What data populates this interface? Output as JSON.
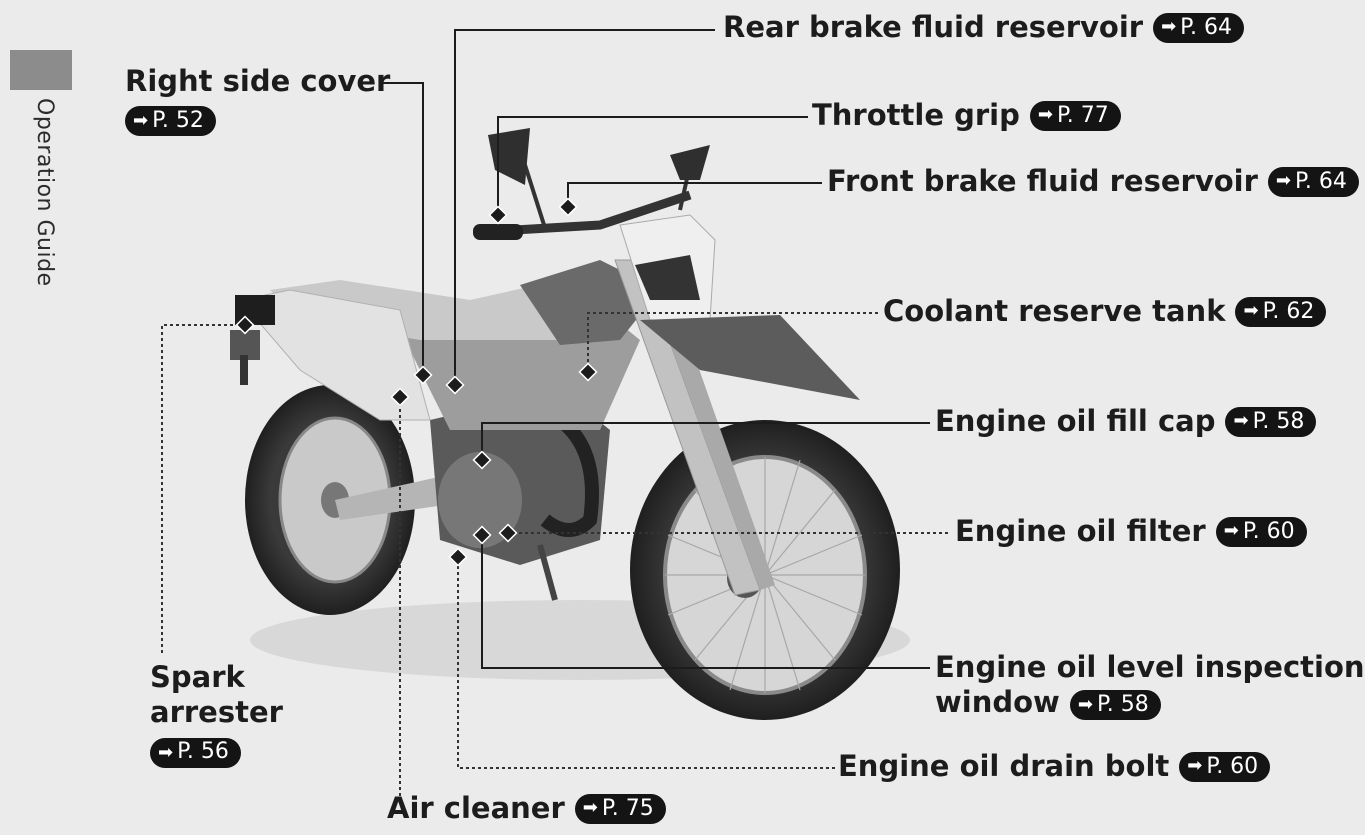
{
  "side_tab": {
    "text": "Operation Guide"
  },
  "labels": {
    "rear_brake": {
      "text": "Rear brake fluid reservoir",
      "ref": "P. 64"
    },
    "right_cover": {
      "text": "Right side cover",
      "ref": "P. 52"
    },
    "throttle": {
      "text": "Throttle grip",
      "ref": "P. 77"
    },
    "front_brake": {
      "text": "Front brake fluid reservoir",
      "ref": "P. 64"
    },
    "coolant": {
      "text": "Coolant reserve tank",
      "ref": "P. 62"
    },
    "oil_fill": {
      "text": "Engine oil fill cap",
      "ref": "P. 58"
    },
    "oil_filter": {
      "text": "Engine oil filter",
      "ref": "P. 60"
    },
    "oil_level_1": {
      "text": "Engine oil level inspection"
    },
    "oil_level_2": {
      "text": "window",
      "ref": "P. 58"
    },
    "spark_1": {
      "text": "Spark"
    },
    "spark_2": {
      "text": "arrester",
      "ref": "P. 56"
    },
    "drain": {
      "text": "Engine oil drain bolt",
      "ref": "P. 60"
    },
    "air": {
      "text": "Air cleaner",
      "ref": "P. 75"
    }
  },
  "colors": {
    "background": "#ebebeb",
    "tab": "#8c8c8c",
    "badge": "#141414"
  }
}
